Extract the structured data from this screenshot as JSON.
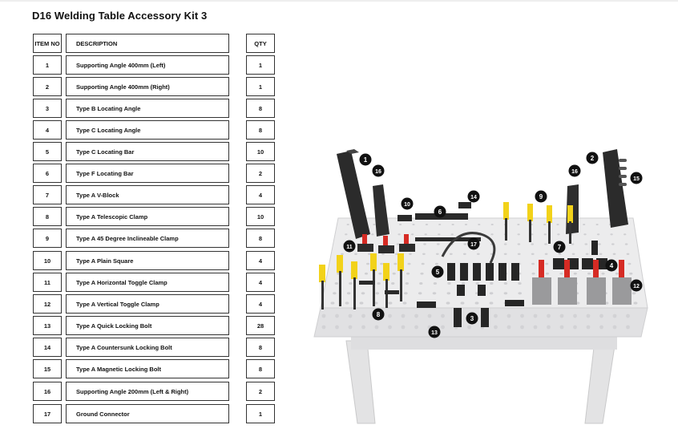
{
  "title": "D16 Welding Table Accessory Kit 3",
  "table": {
    "headers": {
      "item_no": "ITEM NO",
      "description": "DESCRIPTION",
      "qty": "QTY"
    },
    "rows": [
      {
        "item_no": "1",
        "description": "Supporting Angle 400mm (Left)",
        "qty": "1"
      },
      {
        "item_no": "2",
        "description": "Supporting Angle 400mm (Right)",
        "qty": "1"
      },
      {
        "item_no": "3",
        "description": "Type B Locating Angle",
        "qty": "8"
      },
      {
        "item_no": "4",
        "description": "Type C Locating Angle",
        "qty": "8"
      },
      {
        "item_no": "5",
        "description": "Type C Locating Bar",
        "qty": "10"
      },
      {
        "item_no": "6",
        "description": "Type F Locating Bar",
        "qty": "2"
      },
      {
        "item_no": "7",
        "description": "Type A V-Block",
        "qty": "4"
      },
      {
        "item_no": "8",
        "description": "Type A Telescopic Clamp",
        "qty": "10"
      },
      {
        "item_no": "9",
        "description": "Type A 45 Degree Inclineable Clamp",
        "qty": "8"
      },
      {
        "item_no": "10",
        "description": "Type A Plain Square",
        "qty": "4"
      },
      {
        "item_no": "11",
        "description": "Type A Horizontal Toggle Clamp",
        "qty": "4"
      },
      {
        "item_no": "12",
        "description": "Type A Vertical Toggle Clamp",
        "qty": "4"
      },
      {
        "item_no": "13",
        "description": "Type A Quick Locking Bolt",
        "qty": "28"
      },
      {
        "item_no": "14",
        "description": "Type A Countersunk Locking Bolt",
        "qty": "8"
      },
      {
        "item_no": "15",
        "description": "Type A Magnetic Locking Bolt",
        "qty": "8"
      },
      {
        "item_no": "16",
        "description": "Supporting Angle 200mm (Left & Right)",
        "qty": "2"
      },
      {
        "item_no": "17",
        "description": "Ground Connector",
        "qty": "1"
      }
    ]
  },
  "callouts": [
    "1",
    "2",
    "3",
    "4",
    "5",
    "6",
    "7",
    "8",
    "9",
    "10",
    "11",
    "12",
    "13",
    "14",
    "15",
    "16",
    "16",
    "17"
  ],
  "colors": {
    "table_border": "#333333",
    "table_top": "#e9e9ea",
    "steel": "#2b2b2b",
    "yellow": "#f2d21a",
    "red": "#d62b24"
  }
}
